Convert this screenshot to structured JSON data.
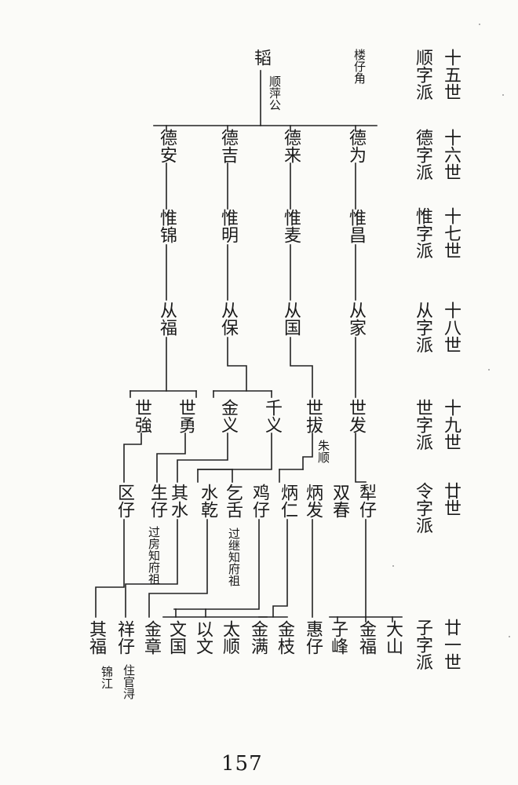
{
  "generations": [
    {
      "gen": "十五世",
      "pai": "顺字派"
    },
    {
      "gen": "十六世",
      "pai": "德字派"
    },
    {
      "gen": "十七世",
      "pai": "惟字派"
    },
    {
      "gen": "十八世",
      "pai": "从字派"
    },
    {
      "gen": "十九世",
      "pai": "世字派"
    },
    {
      "gen": "廿世",
      "pai": "令字派"
    },
    {
      "gen": "廿一世",
      "pai": "子字派"
    }
  ],
  "persons": {
    "g15": {
      "tao": "韬",
      "loucai": "楼仔角",
      "shunpinggong": "顺萍公"
    },
    "g16": {
      "dean": "德安",
      "deji": "德吉",
      "delai": "德来",
      "dewei": "德为"
    },
    "g17": {
      "weijin": "惟锦",
      "weiming": "惟明",
      "weimai": "惟麦",
      "weichang": "惟昌"
    },
    "g18": {
      "congfu": "从福",
      "congbao": "从保",
      "congguo": "从国",
      "congjia": "从家"
    },
    "g19": {
      "shiqiang": "世強",
      "shiyong": "世勇",
      "jinyi": "金义",
      "qianyi": "千义",
      "shiba": "世拔",
      "shifa": "世发"
    },
    "g20": {
      "quzai": "区仔",
      "shengzai": "生仔",
      "qishui": "其水",
      "shuiqian": "水乾",
      "qishe": "乞舌",
      "jizai": "鸡仔",
      "bingren": "炳仁",
      "bingfa": "炳发",
      "shuangchun": "双春",
      "lizai": "犁仔"
    },
    "g21": {
      "qifu": "其福",
      "xiangzai": "祥仔",
      "jinzhang": "金章",
      "wenguo": "文国",
      "yiwen": "以文",
      "taishun": "太顺",
      "jinman": "金满",
      "jinzhi": "金枝",
      "huizai": "惠仔",
      "zifeng": "子峰",
      "jinfu": "金福",
      "dashan": "大山"
    }
  },
  "notes": {
    "zhushun": "朱顺",
    "guofang": "过房知府祖",
    "guoji": "过继知府祖",
    "zhuguanxun": "住官浔",
    "jinjiang": "锦江"
  },
  "page_number": "157"
}
